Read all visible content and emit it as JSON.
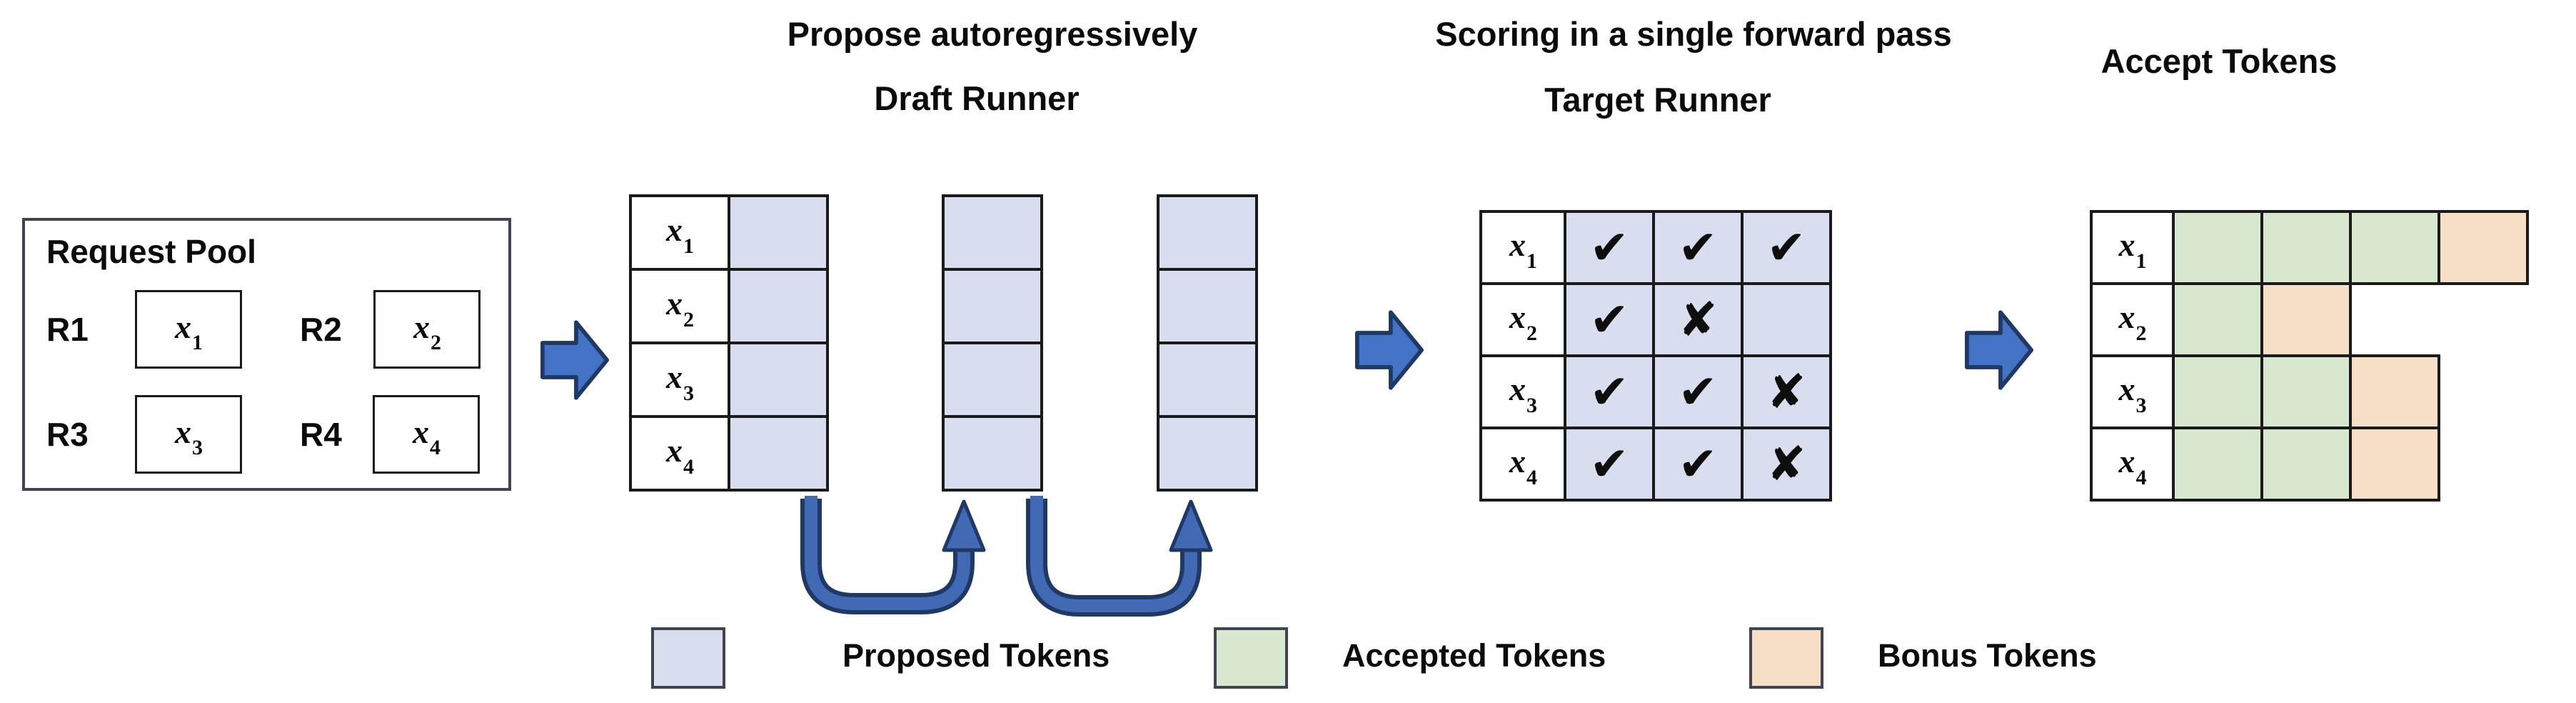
{
  "titles": {
    "propose": "Propose autoregressively",
    "draft_runner": "Draft Runner",
    "scoring": "Scoring in a single forward pass",
    "target_runner": "Target Runner",
    "accept": "Accept Tokens"
  },
  "request_pool": {
    "title": "Request Pool",
    "requests": [
      {
        "id": "R1",
        "token_base": "x",
        "token_sub": "1"
      },
      {
        "id": "R2",
        "token_base": "x",
        "token_sub": "2"
      },
      {
        "id": "R3",
        "token_base": "x",
        "token_sub": "3"
      },
      {
        "id": "R4",
        "token_base": "x",
        "token_sub": "4"
      }
    ]
  },
  "draft_runner": {
    "labels": [
      {
        "base": "x",
        "sub": "1"
      },
      {
        "base": "x",
        "sub": "2"
      },
      {
        "base": "x",
        "sub": "3"
      },
      {
        "base": "x",
        "sub": "4"
      }
    ],
    "num_proposal_columns": 3
  },
  "target_runner": {
    "labels": [
      {
        "base": "x",
        "sub": "1"
      },
      {
        "base": "x",
        "sub": "2"
      },
      {
        "base": "x",
        "sub": "3"
      },
      {
        "base": "x",
        "sub": "4"
      }
    ],
    "marks": [
      [
        "✔",
        "✔",
        "✔"
      ],
      [
        "✔",
        "✘",
        ""
      ],
      [
        "✔",
        "✔",
        "✘"
      ],
      [
        "✔",
        "✔",
        "✘"
      ]
    ]
  },
  "accept_tokens": {
    "labels": [
      {
        "base": "x",
        "sub": "1"
      },
      {
        "base": "x",
        "sub": "2"
      },
      {
        "base": "x",
        "sub": "3"
      },
      {
        "base": "x",
        "sub": "4"
      }
    ],
    "rows": [
      [
        "accepted",
        "accepted",
        "accepted",
        "bonus"
      ],
      [
        "accepted",
        "bonus"
      ],
      [
        "accepted",
        "accepted",
        "bonus"
      ],
      [
        "accepted",
        "accepted",
        "bonus"
      ]
    ]
  },
  "legend": {
    "items": [
      {
        "label": "Proposed Tokens",
        "type": "proposed",
        "color": "#d9deef"
      },
      {
        "label": "Accepted Tokens",
        "type": "accepted",
        "color": "#d8e7d0"
      },
      {
        "label": "Bonus Tokens",
        "type": "bonus",
        "color": "#f7dfc7"
      }
    ]
  },
  "colors": {
    "flow_arrow": "#4472c4",
    "arrow_outline": "#203864",
    "grid_border": "#1a1a1a"
  }
}
